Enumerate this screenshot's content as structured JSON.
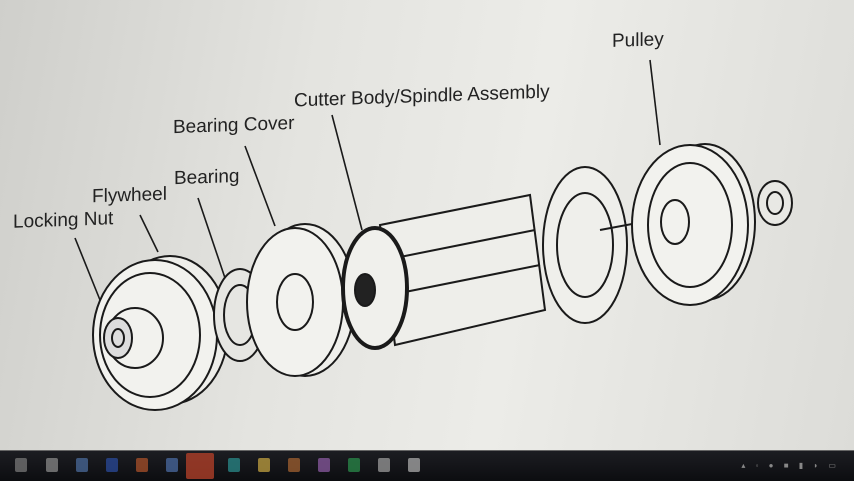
{
  "diagram": {
    "labels": {
      "pulley": "Pulley",
      "cutter_body": "Cutter Body/Spindle Assembly",
      "bearing_cover": "Bearing Cover",
      "bearing": "Bearing",
      "flywheel": "Flywheel",
      "locking_nut": "Locking Nut"
    }
  },
  "taskbar": {
    "icons": [
      "start-icon",
      "search-icon",
      "task-view-icon",
      "edge-icon",
      "chrome-icon",
      "help-icon",
      "app-icon",
      "edge-icon",
      "file-explorer-icon",
      "chrome-icon",
      "vivaldi-icon",
      "whatsapp-icon",
      "notepad-icon",
      "document-icon"
    ],
    "colors": {
      "background": "#121318",
      "accent": "#b8412a"
    }
  }
}
